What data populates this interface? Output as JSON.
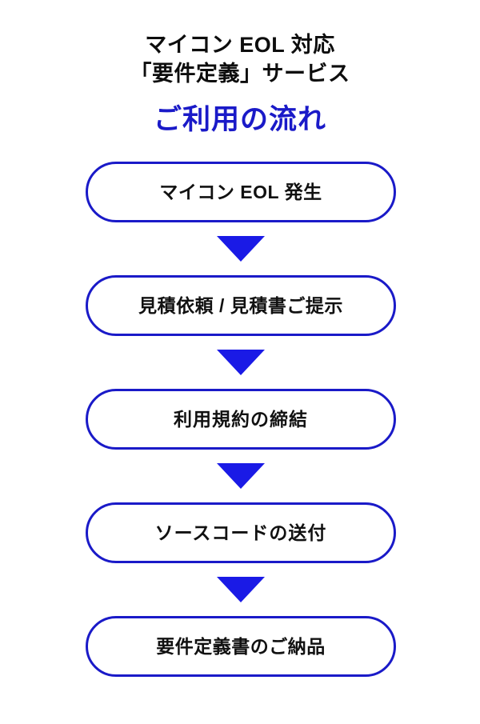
{
  "heading": {
    "title_line_1": "マイコン EOL 対応",
    "title_line_2": "「要件定義」サービス",
    "subtitle": "ご利用の流れ",
    "title_color": "#0d0d0d",
    "subtitle_color": "#1a1ac8"
  },
  "flow": {
    "box_border_color": "#1a1ac8",
    "box_fill_color": "#ffffff",
    "box_text_color": "#111111",
    "arrow_color": "#1a1ae6",
    "steps": [
      {
        "label": "マイコン EOL 発生"
      },
      {
        "label": "見積依頼 / 見積書ご提示"
      },
      {
        "label": "利用規約の締結"
      },
      {
        "label": "ソースコードの送付"
      },
      {
        "label": "要件定義書のご納品"
      }
    ],
    "arrows": [
      {
        "name": "down-arrow-icon"
      },
      {
        "name": "down-arrow-icon"
      },
      {
        "name": "down-arrow-icon"
      },
      {
        "name": "down-arrow-icon"
      }
    ]
  }
}
